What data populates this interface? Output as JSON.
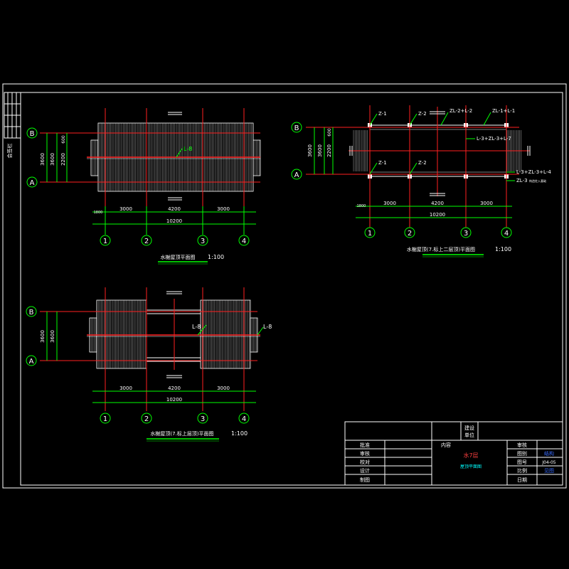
{
  "colors": {
    "background": "#000000",
    "frame": "#ffffff",
    "axis_line": "#ff2020",
    "dim_line": "#00ff00",
    "text": "#ffffff",
    "label_green": "#00ff00",
    "cyan": "#00ffff",
    "yellow": "#ffff00",
    "blue": "#3060ff",
    "title_underline": "#00ff00"
  },
  "side_strip": {
    "label": "会签栏"
  },
  "plan1": {
    "axis_labels": [
      "1",
      "2",
      "3",
      "4"
    ],
    "row_labels": [
      "B",
      "A"
    ],
    "left_dims": [
      "3600",
      "3600"
    ],
    "left_dims_inner": [
      "2200",
      "600"
    ],
    "bottom_dims": [
      "3000",
      "4200",
      "3000"
    ],
    "total_dim": "10200",
    "small_dim": "1800",
    "beam_callout": "L-8",
    "title": "水榭屋顶平面图",
    "scale": "1:100"
  },
  "plan2": {
    "axis_labels": [
      "1",
      "2",
      "3",
      "4"
    ],
    "row_labels": [
      "B",
      "A"
    ],
    "left_dims": [
      "3600",
      "3600"
    ],
    "left_dims_inner": [
      "2200",
      "600"
    ],
    "bottom_dims": [
      "3000",
      "4200",
      "3000"
    ],
    "total_dim": "10200",
    "small_dim": "1800",
    "column_labels": [
      "Z-1",
      "Z-2",
      "Z-1",
      "Z-2"
    ],
    "beam_callouts": [
      "ZL-2+L-2",
      "ZL-1+L-1",
      "L-3+ZL-3+L-7",
      "L-3+ZL-3+L-4",
      "ZL-3"
    ],
    "beam_note": "构造柱入基础",
    "title": "水榭屋顶(7.标上二层顶)平面图",
    "scale": "1:100"
  },
  "plan3": {
    "axis_labels": [
      "1",
      "2",
      "3",
      "4"
    ],
    "row_labels": [
      "B",
      "A"
    ],
    "left_dims": [
      "3600",
      "3600"
    ],
    "bottom_dims": [
      "3000",
      "4200",
      "3000"
    ],
    "total_dim": "10200",
    "beam_callouts": [
      "L-8",
      "L-8"
    ],
    "title": "水榭屋顶(7.标上层顶)平面图",
    "scale": "1:100"
  },
  "title_block": {
    "unit_label": "建设单位",
    "content_label": "内容",
    "rows_left": [
      "批准",
      "审核",
      "校对",
      "设计",
      "制图"
    ],
    "drawing_no": "水7层",
    "drawing_name": "屋顶平面图",
    "rows_right": [
      "审核",
      "图别",
      "图号",
      "比例",
      "日期"
    ],
    "right_values": [
      "结构",
      "J04-05",
      "见图",
      ""
    ]
  }
}
